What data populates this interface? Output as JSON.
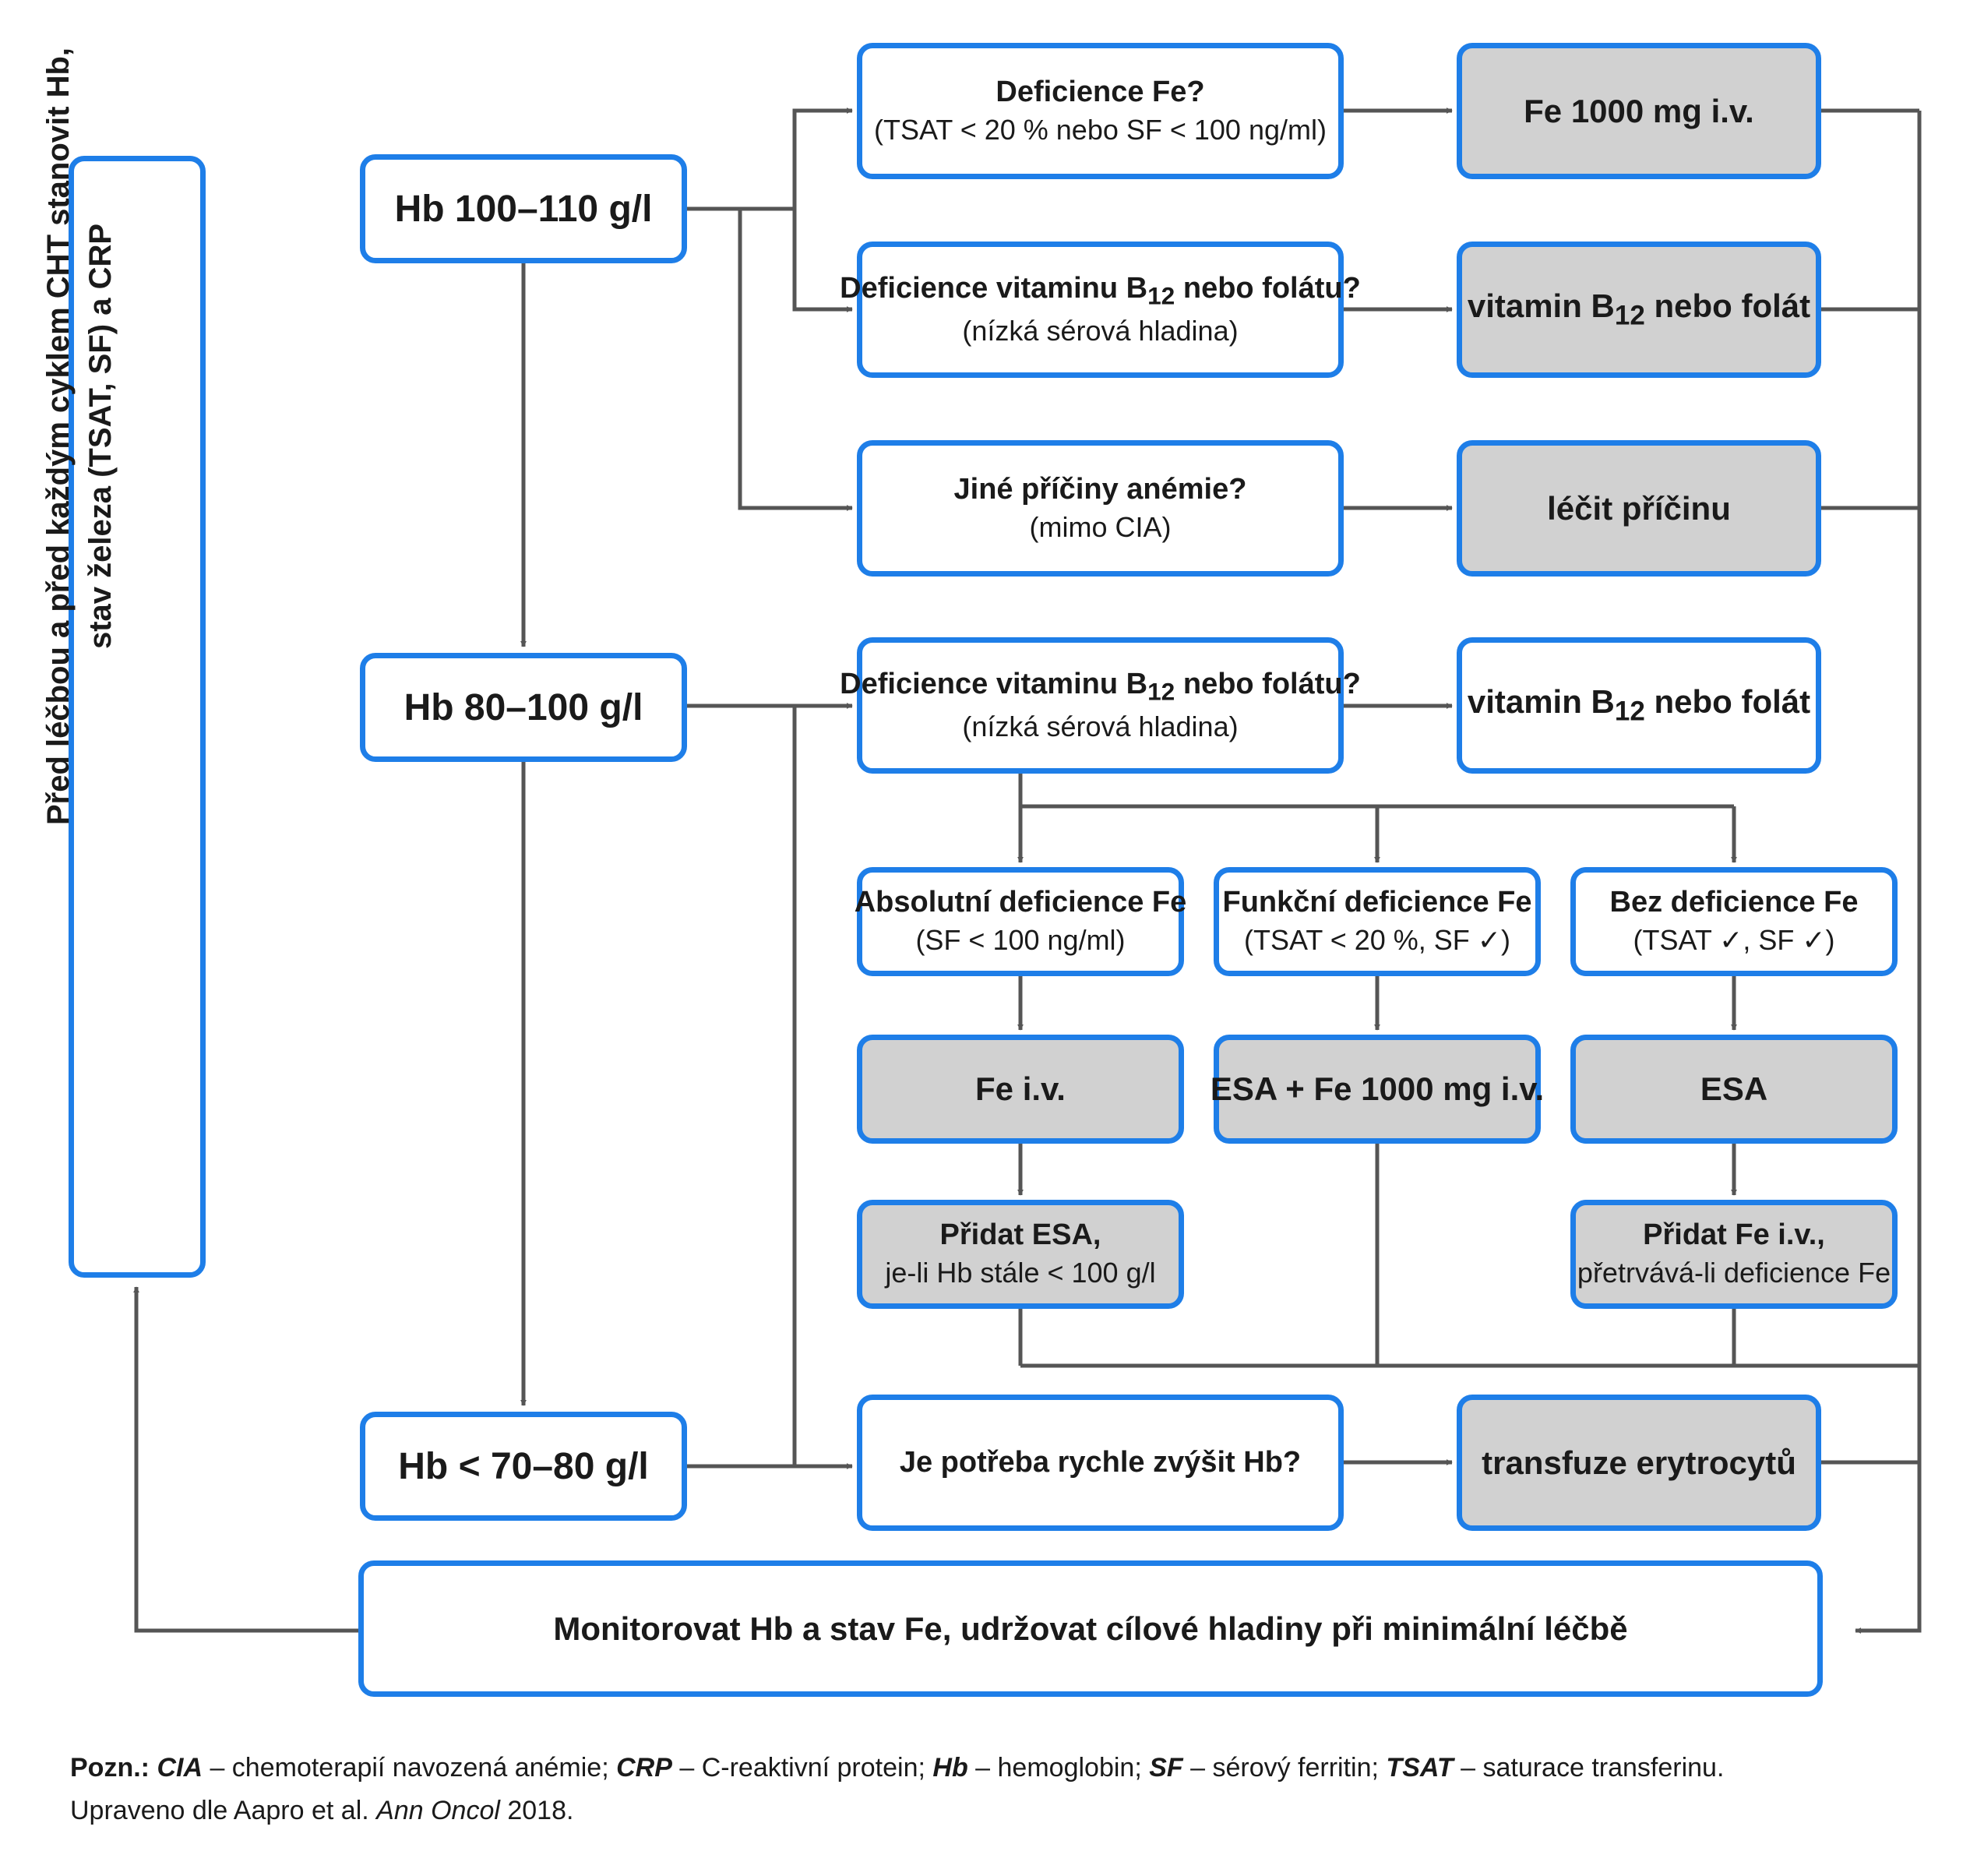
{
  "left_box": {
    "line1": "Před léčbou a před každým cyklem CHT stanovit Hb,",
    "line2": "stav železa (TSAT, SF) a CRP"
  },
  "hb1": "Hb 100–110 g/l",
  "hb2": "Hb 80–100 g/l",
  "hb3": "Hb < 70–80 g/l",
  "q_fe": {
    "title": "Deficience Fe?",
    "sub": "(TSAT < 20 % nebo SF < 100 ng/ml)"
  },
  "q_b12": {
    "title_pre": "Deficience vitaminu B",
    "title_sub": "12",
    "title_post": " nebo folátu?",
    "sub": "(nízká sérová hladina)"
  },
  "q_other": {
    "title": "Jiné příčiny anémie?",
    "sub": "(mimo CIA)"
  },
  "q_b12_2": {
    "title_pre": "Deficience vitaminu B",
    "title_sub": "12",
    "title_post": " nebo folátu?",
    "sub": "(nízká sérová hladina)"
  },
  "q_fast": "Je potřeba rychle zvýšit Hb?",
  "t_fe": "Fe 1000 mg i.v.",
  "t_b12": {
    "pre": "vitamin B",
    "sub": "12",
    "post": " nebo folát"
  },
  "t_cause": "léčit příčinu",
  "t_b12_2": {
    "pre": "vitamin B",
    "sub": "12",
    "post": " nebo folát"
  },
  "t_transf": "transfuze erytrocytů",
  "abs": {
    "title": "Absolutní deficience Fe",
    "sub": "(SF < 100 ng/ml)"
  },
  "func": {
    "title": "Funkční deficience Fe",
    "sub": "(TSAT < 20 %, SF ✓)"
  },
  "none": {
    "title": "Bez deficience Fe",
    "sub": "(TSAT ✓, SF ✓)"
  },
  "fe_iv": "Fe i.v.",
  "esa_fe": "ESA + Fe 1000 mg i.v.",
  "esa": "ESA",
  "add_esa": {
    "title": "Přidat ESA,",
    "sub": "je-li Hb stále < 100 g/l"
  },
  "add_fe": {
    "title": "Přidat Fe i.v.,",
    "sub": "přetrvává-li deficience Fe"
  },
  "monitor": "Monitorovat Hb a stav Fe, udržovat cílové hladiny při minimální léčbě",
  "footnote": {
    "pozn_label": "Pozn.:",
    "items": [
      {
        "abbr": "CIA",
        "text": " – chemoterapií navozená anémie; "
      },
      {
        "abbr": "CRP",
        "text": " – C-reaktivní protein; "
      },
      {
        "abbr": "Hb",
        "text": " – hemoglobin; "
      },
      {
        "abbr": "SF",
        "text": " – sérový ferritin; "
      },
      {
        "abbr": "TSAT",
        "text": " – saturace transferinu."
      }
    ],
    "line2_pre": "Upraveno dle Aapro et al. ",
    "line2_journal": "Ann Oncol",
    "line2_post": " 2018."
  },
  "colors": {
    "border": "#1e7ee8",
    "treatment_fill": "#d1d1d1",
    "arrow": "#555555"
  }
}
